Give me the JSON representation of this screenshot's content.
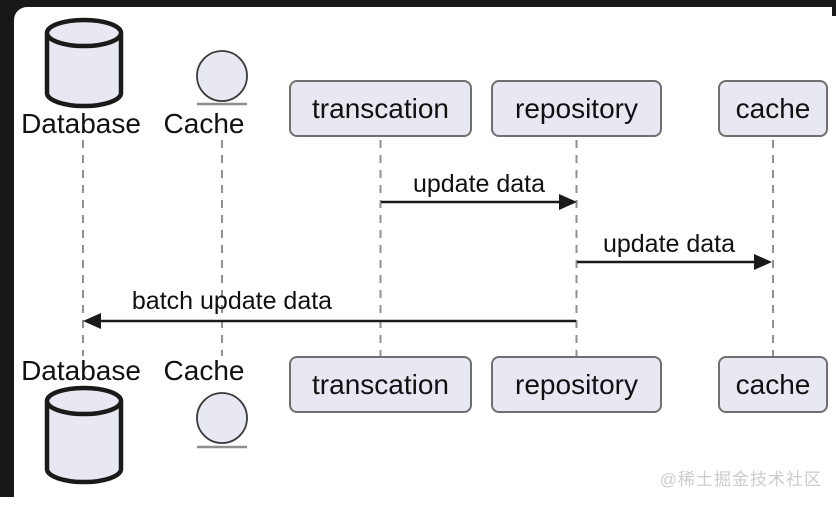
{
  "diagram_type": "sequence-diagram",
  "actors": {
    "database": {
      "label": "Database",
      "shape": "database-cylinder"
    },
    "cache_store": {
      "label": "Cache",
      "shape": "entity-circle"
    },
    "transcation": {
      "label": "transcation",
      "shape": "participant-box"
    },
    "repository": {
      "label": "repository",
      "shape": "participant-box"
    },
    "cache": {
      "label": "cache",
      "shape": "participant-box"
    }
  },
  "messages": [
    {
      "label": "update data",
      "from": "transcation",
      "to": "repository",
      "direction": "right"
    },
    {
      "label": "update data",
      "from": "repository",
      "to": "cache",
      "direction": "right"
    },
    {
      "label": "batch update data",
      "from": "repository",
      "to": "database",
      "direction": "left"
    }
  ],
  "watermark": {
    "text": "@稀土掘金技术社区"
  },
  "colors": {
    "shape_fill": "#e8e8f2",
    "box_border": "#6f6f6f",
    "lifeline": "#919191",
    "arrow": "#1a1a1a",
    "frame": "#181818",
    "watermark": "#cccccc"
  }
}
